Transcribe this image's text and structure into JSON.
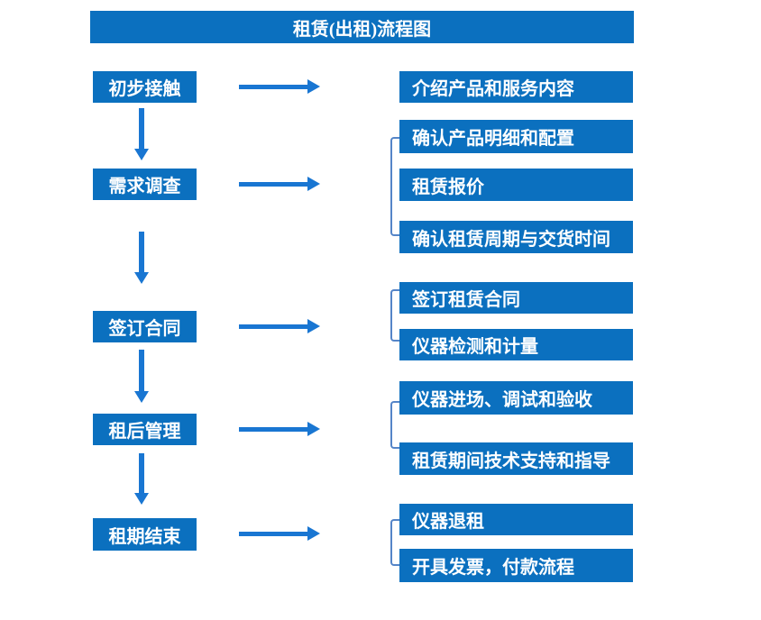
{
  "title": "租赁(出租)流程图",
  "colors": {
    "box_blue": "#0b70bf",
    "arrow_blue": "#1976d2",
    "bracket_blue": "#5585c8",
    "text_white": "#ffffff",
    "background": "#ffffff"
  },
  "steps": [
    {
      "label": "初步接触",
      "details": [
        "介绍产品和服务内容"
      ]
    },
    {
      "label": "需求调查",
      "details": [
        "确认产品明细和配置",
        "租赁报价",
        "确认租赁周期与交货时间"
      ]
    },
    {
      "label": "签订合同",
      "details": [
        "签订租赁合同",
        "仪器检测和计量"
      ]
    },
    {
      "label": "租后管理",
      "details": [
        "仪器进场、调试和验收",
        "租赁期间技术支持和指导"
      ]
    },
    {
      "label": "租期结束",
      "details": [
        "仪器退租",
        "开具发票，付款流程"
      ]
    }
  ]
}
